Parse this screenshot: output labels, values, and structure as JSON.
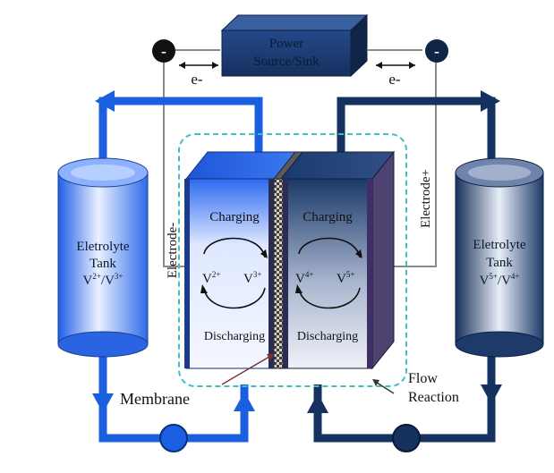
{
  "power": {
    "line1": "Power",
    "line2": "Source/Sink"
  },
  "terminals": {
    "negative": "-",
    "positive": "-"
  },
  "electrons": {
    "left": "e-",
    "right": "e-"
  },
  "electrodes": {
    "negative": "Electrode-",
    "positive": "Electrode+"
  },
  "tanks": {
    "left": {
      "line1": "Eletrolyte",
      "line2": "Tank",
      "ion_a": "V",
      "ion_a_charge": "2+",
      "slash": "/",
      "ion_b": "V",
      "ion_b_charge": "3+"
    },
    "right": {
      "line1": "Eletrolyte",
      "line2": "Tank",
      "ion_a": "V",
      "ion_a_charge": "5+",
      "slash": "/",
      "ion_b": "V",
      "ion_b_charge": "4+"
    }
  },
  "cell": {
    "left": {
      "top": "Charging",
      "bottom": "Discharging",
      "ion_a": "V",
      "ion_a_charge": "2+",
      "ion_b": "V",
      "ion_b_charge": "3+"
    },
    "right": {
      "top": "Charging",
      "bottom": "Discharging",
      "ion_a": "V",
      "ion_a_charge": "4+",
      "ion_b": "V",
      "ion_b_charge": "5+"
    }
  },
  "labels": {
    "membrane": "Membrane",
    "flow1": "Flow",
    "flow2": "Reaction"
  },
  "colors": {
    "left_loop": "#1a5fe0",
    "right_loop": "#15315f",
    "power_box": "#1c3f7a",
    "dashed": "#3cc0c4"
  }
}
